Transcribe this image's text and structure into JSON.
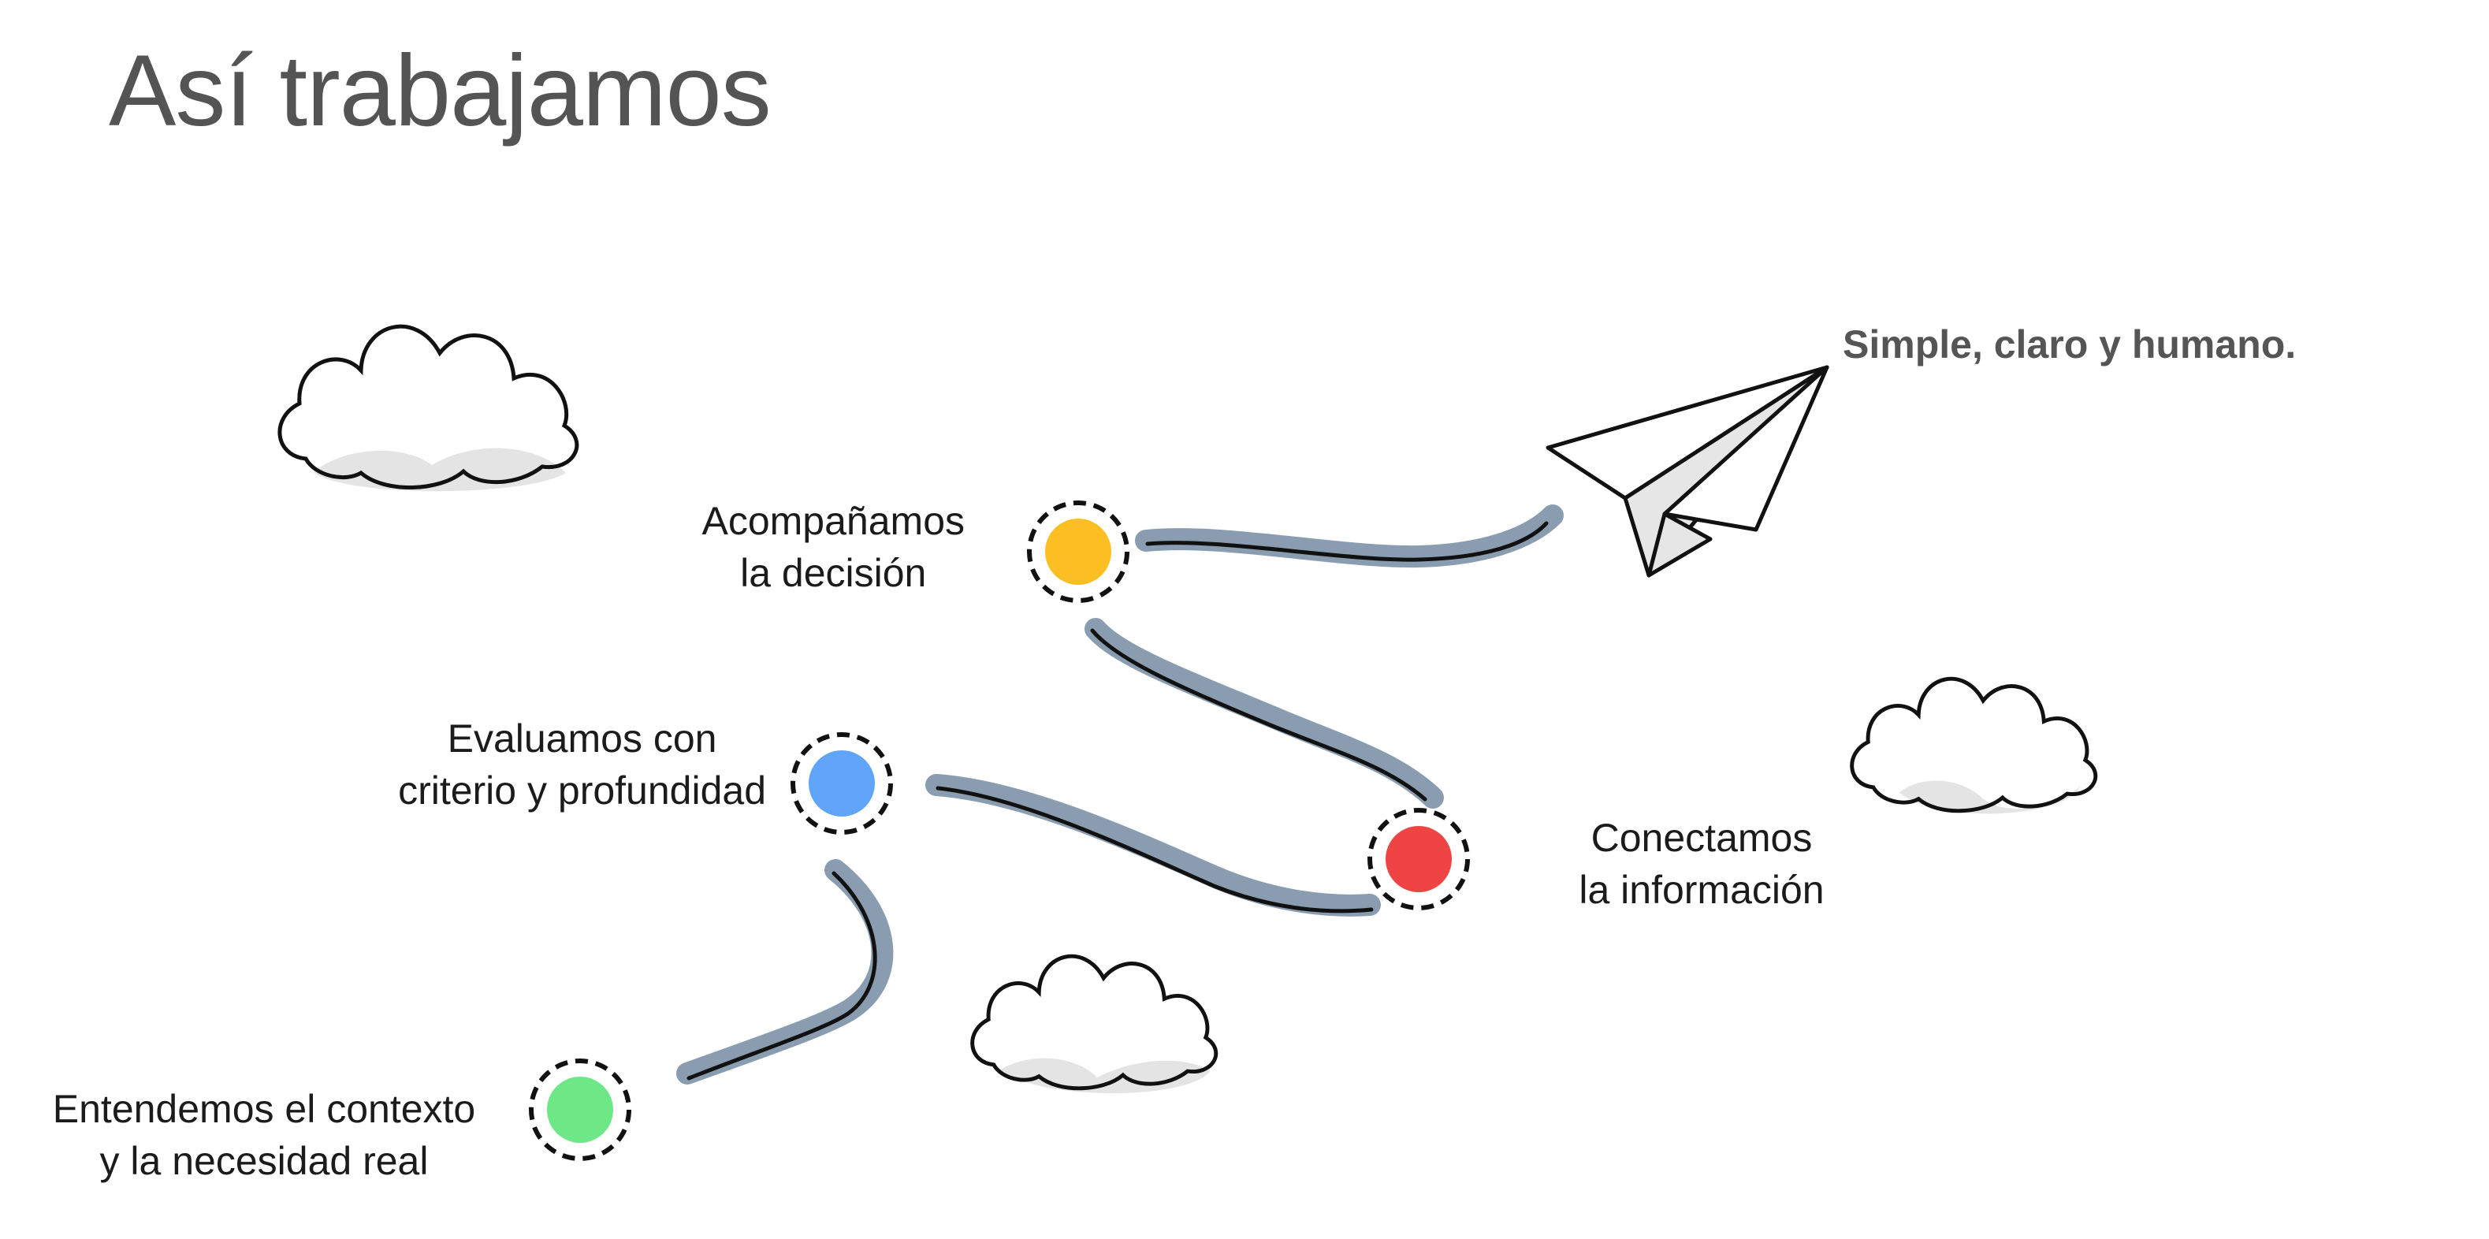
{
  "title": "Así trabajamos",
  "tagline": "Simple, claro y humano.",
  "colors": {
    "title": "#545454",
    "path_shadow": "#8a9db0",
    "path_line": "#111111",
    "step_yellow": "#fbbf24",
    "step_blue": "#60a5fa",
    "step_red": "#ef4444",
    "step_green": "#6ee787",
    "cloud_fill": "#ffffff",
    "cloud_shadow": "#e4e4e4"
  },
  "steps": [
    {
      "id": "entendemos",
      "lines": [
        "Entendemos el contexto",
        "y la necesidad real"
      ],
      "color": "#6ee787"
    },
    {
      "id": "evaluamos",
      "lines": [
        "Evaluamos con",
        "criterio y profundidad"
      ],
      "color": "#60a5fa"
    },
    {
      "id": "conectamos",
      "lines": [
        "Conectamos",
        "la información"
      ],
      "color": "#ef4444"
    },
    {
      "id": "acompanamos",
      "lines": [
        "Acompañamos",
        "la decisión"
      ],
      "color": "#fbbf24"
    }
  ],
  "icons": [
    "cloud-icon",
    "paper-plane-icon"
  ]
}
